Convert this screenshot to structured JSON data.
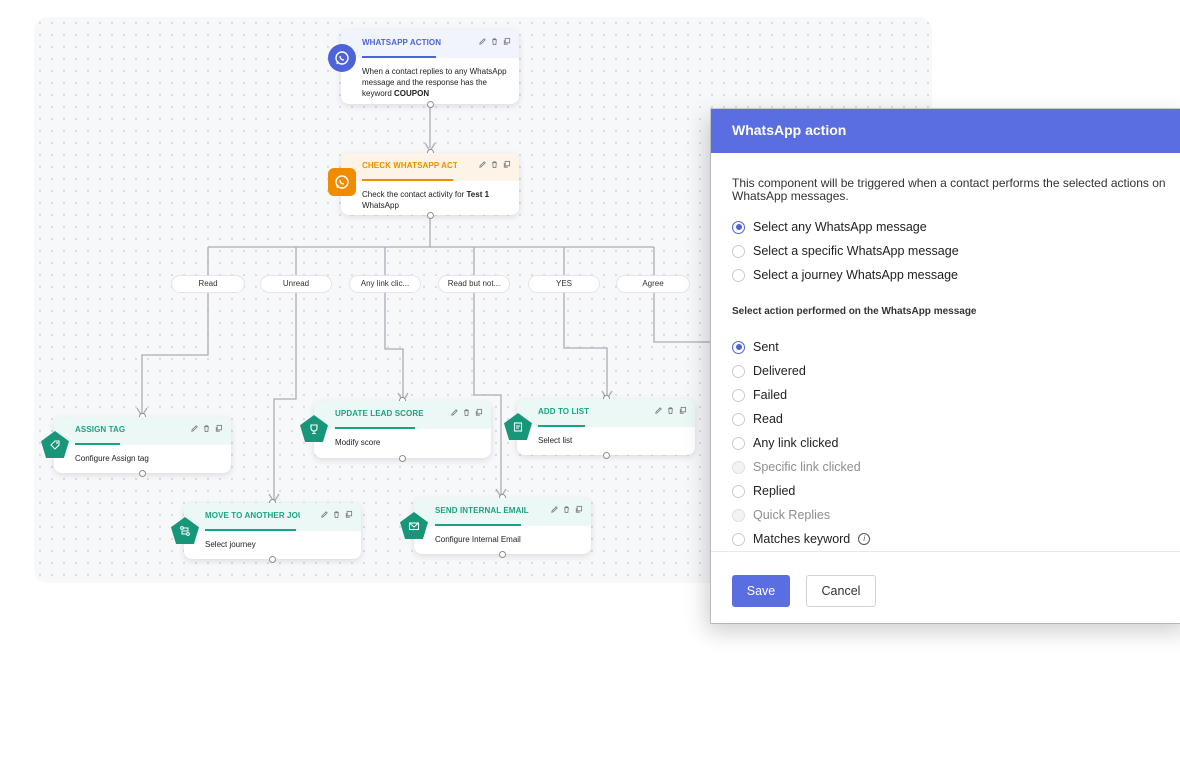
{
  "canvas": {
    "nodes": {
      "whatsapp_action": {
        "title": "WHATSAPP ACTION",
        "body_text": "When a contact replies to any WhatsApp message and the response has the keyword",
        "body_bold": "COUPON"
      },
      "check_activity": {
        "title": "CHECK WHATSAPP ACTI",
        "body_text": "Check the contact activity for",
        "body_bold": "Test 1",
        "body_tail": "WhatsApp"
      },
      "assign_tag": {
        "title": "ASSIGN TAG",
        "body": "Configure Assign tag"
      },
      "move_journey": {
        "title": "MOVE TO ANOTHER JOU",
        "body": "Select journey"
      },
      "update_lead": {
        "title": "UPDATE LEAD SCORE",
        "body": "Modify score"
      },
      "send_email": {
        "title": "SEND INTERNAL EMAIL",
        "body": "Configure Internal Email"
      },
      "add_to_list": {
        "title": "ADD TO LIST",
        "body": "Select list"
      }
    },
    "branches": [
      "Read",
      "Unread",
      "Any link clic...",
      "Read but not...",
      "YES",
      "Agree"
    ]
  },
  "modal": {
    "title": "WhatsApp action",
    "description": "This component will be triggered when a contact performs the selected actions on WhatsApp messages.",
    "message_options": [
      {
        "label": "Select any WhatsApp message",
        "selected": true
      },
      {
        "label": "Select a specific WhatsApp message",
        "selected": false
      },
      {
        "label": "Select a journey WhatsApp message",
        "selected": false
      }
    ],
    "action_heading": "Select action performed on the WhatsApp message",
    "action_options": [
      {
        "label": "Sent",
        "selected": true
      },
      {
        "label": "Delivered"
      },
      {
        "label": "Failed"
      },
      {
        "label": "Read"
      },
      {
        "label": "Any link clicked"
      },
      {
        "label": "Specific link clicked",
        "disabled": true
      },
      {
        "label": "Replied"
      },
      {
        "label": "Quick Replies",
        "disabled": true
      },
      {
        "label": "Matches keyword",
        "info": "i"
      }
    ],
    "save_label": "Save",
    "cancel_label": "Cancel"
  },
  "colors": {
    "primary": "#5a6ee2",
    "whatsapp_blue": "#4e63d7",
    "check_orange": "#f08c00",
    "action_green": "#1aa382"
  }
}
